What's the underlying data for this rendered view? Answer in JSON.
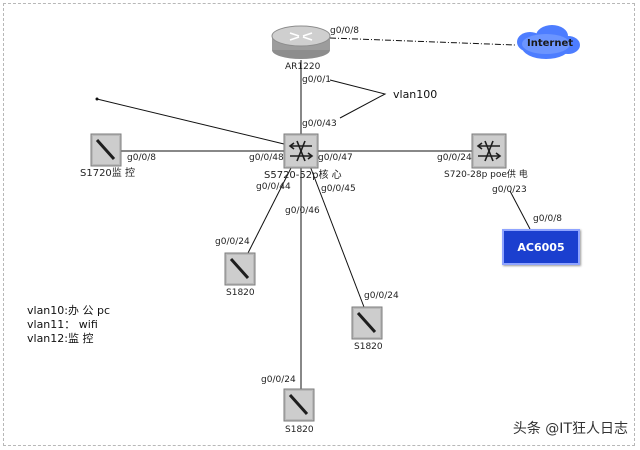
{
  "nodes": {
    "router": "AR1220",
    "internet": "Internet",
    "core": "S5720-52p核 心",
    "poe": "S720-28p poe供 电",
    "s1720": "S1720监 控",
    "ac": "AC6005",
    "s1820_a": "S1820",
    "s1820_b": "S1820",
    "s1820_c": "S1820"
  },
  "ports": {
    "router_internet": "g0/0/8",
    "router_down": "g0/0/1",
    "core_up": "g0/0/43",
    "core_left": "g0/0/48",
    "s1720_port": "g0/0/8",
    "core_right": "g0/0/47",
    "poe_left": "g0/0/24",
    "poe_down": "g0/0/23",
    "ac_port": "g0/0/8",
    "core_44": "g0/0/44",
    "core_46": "g0/0/46",
    "core_45": "g0/0/45",
    "s1820a_port": "g0/0/24",
    "s1820b_port": "g0/0/24",
    "s1820c_port": "g0/0/24"
  },
  "vlan100": "vlan100",
  "legend": [
    "vlan10:办 公 pc",
    "vlan11：  wifi",
    "vlan12:监  控"
  ],
  "watermark": "头条 @IT狂人日志",
  "colors": {
    "ac_fill": "#1b3fcf",
    "switch_fill": "#b9b9b9",
    "cloud_fill": "#4d7dff"
  }
}
